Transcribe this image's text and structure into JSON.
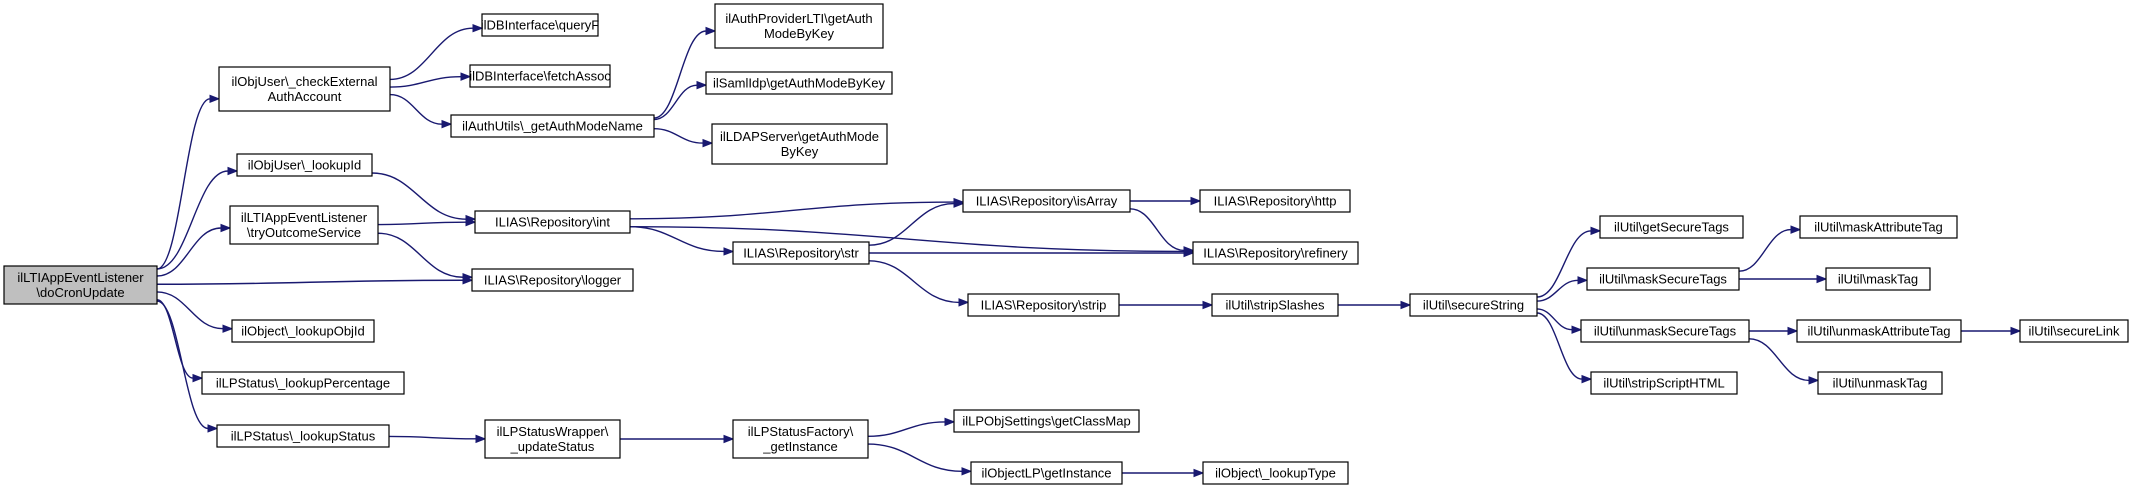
{
  "nodes": [
    {
      "id": "root",
      "lines": [
        "ilLTIAppEventListener",
        "\\doCronUpdate"
      ]
    },
    {
      "id": "checkExt",
      "lines": [
        "ilObjUser\\_checkExternal",
        "AuthAccount"
      ]
    },
    {
      "id": "lookupId",
      "lines": [
        "ilObjUser\\_lookupId"
      ]
    },
    {
      "id": "tryOutcome",
      "lines": [
        "ilLTIAppEventListener",
        "\\tryOutcomeService"
      ]
    },
    {
      "id": "lookupObjId",
      "lines": [
        "ilObject\\_lookupObjId"
      ]
    },
    {
      "id": "lookupPct",
      "lines": [
        "ilLPStatus\\_lookupPercentage"
      ]
    },
    {
      "id": "lookupStatus",
      "lines": [
        "ilLPStatus\\_lookupStatus"
      ]
    },
    {
      "id": "queryF",
      "lines": [
        "ilDBInterface\\queryF"
      ]
    },
    {
      "id": "fetchAssoc",
      "lines": [
        "ilDBInterface\\fetchAssoc"
      ]
    },
    {
      "id": "getAuthModeName",
      "lines": [
        "ilAuthUtils\\_getAuthModeName"
      ]
    },
    {
      "id": "repoInt",
      "lines": [
        "ILIAS\\Repository\\int"
      ]
    },
    {
      "id": "repoLogger",
      "lines": [
        "ILIAS\\Repository\\logger"
      ]
    },
    {
      "id": "updateStatus",
      "lines": [
        "ilLPStatusWrapper\\",
        "_updateStatus"
      ]
    },
    {
      "id": "ltiAuth",
      "lines": [
        "ilAuthProviderLTI\\getAuth",
        "ModeByKey"
      ]
    },
    {
      "id": "samlAuth",
      "lines": [
        "ilSamlIdp\\getAuthModeByKey"
      ]
    },
    {
      "id": "ldapAuth",
      "lines": [
        "ilLDAPServer\\getAuthMode",
        "ByKey"
      ]
    },
    {
      "id": "repoStr",
      "lines": [
        "ILIAS\\Repository\\str"
      ]
    },
    {
      "id": "lpFactory",
      "lines": [
        "ilLPStatusFactory\\",
        "_getInstance"
      ]
    },
    {
      "id": "repoIsArray",
      "lines": [
        "ILIAS\\Repository\\isArray"
      ]
    },
    {
      "id": "repoStrip",
      "lines": [
        "ILIAS\\Repository\\strip"
      ]
    },
    {
      "id": "classMap",
      "lines": [
        "ilLPObjSettings\\getClassMap"
      ]
    },
    {
      "id": "objLP",
      "lines": [
        "ilObjectLP\\getInstance"
      ]
    },
    {
      "id": "repoHttp",
      "lines": [
        "ILIAS\\Repository\\http"
      ]
    },
    {
      "id": "repoRefinery",
      "lines": [
        "ILIAS\\Repository\\refinery"
      ]
    },
    {
      "id": "stripSlashes",
      "lines": [
        "ilUtil\\stripSlashes"
      ]
    },
    {
      "id": "lookupType",
      "lines": [
        "ilObject\\_lookupType"
      ]
    },
    {
      "id": "secureString",
      "lines": [
        "ilUtil\\secureString"
      ]
    },
    {
      "id": "getSecureTags",
      "lines": [
        "ilUtil\\getSecureTags"
      ]
    },
    {
      "id": "maskSecureTags",
      "lines": [
        "ilUtil\\maskSecureTags"
      ]
    },
    {
      "id": "unmaskSecureTags",
      "lines": [
        "ilUtil\\unmaskSecureTags"
      ]
    },
    {
      "id": "stripScript",
      "lines": [
        "ilUtil\\stripScriptHTML"
      ]
    },
    {
      "id": "maskAttr",
      "lines": [
        "ilUtil\\maskAttributeTag"
      ]
    },
    {
      "id": "maskTag",
      "lines": [
        "ilUtil\\maskTag"
      ]
    },
    {
      "id": "unmaskAttr",
      "lines": [
        "ilUtil\\unmaskAttributeTag"
      ]
    },
    {
      "id": "unmaskTag",
      "lines": [
        "ilUtil\\unmaskTag"
      ]
    },
    {
      "id": "secureLink",
      "lines": [
        "ilUtil\\secureLink"
      ]
    }
  ],
  "edges": [
    [
      "root",
      "checkExt"
    ],
    [
      "root",
      "lookupId"
    ],
    [
      "root",
      "tryOutcome"
    ],
    [
      "root",
      "repoLogger"
    ],
    [
      "root",
      "lookupObjId"
    ],
    [
      "root",
      "lookupPct"
    ],
    [
      "root",
      "lookupStatus"
    ],
    [
      "checkExt",
      "queryF"
    ],
    [
      "checkExt",
      "fetchAssoc"
    ],
    [
      "checkExt",
      "getAuthModeName"
    ],
    [
      "getAuthModeName",
      "ltiAuth"
    ],
    [
      "getAuthModeName",
      "samlAuth"
    ],
    [
      "getAuthModeName",
      "ldapAuth"
    ],
    [
      "lookupId",
      "repoInt"
    ],
    [
      "tryOutcome",
      "repoInt"
    ],
    [
      "tryOutcome",
      "repoLogger"
    ],
    [
      "repoInt",
      "repoIsArray"
    ],
    [
      "repoInt",
      "repoStr"
    ],
    [
      "repoInt",
      "repoRefinery"
    ],
    [
      "repoStr",
      "repoIsArray"
    ],
    [
      "repoStr",
      "repoRefinery"
    ],
    [
      "repoStr",
      "repoStrip"
    ],
    [
      "repoIsArray",
      "repoHttp"
    ],
    [
      "repoIsArray",
      "repoRefinery"
    ],
    [
      "repoStrip",
      "stripSlashes"
    ],
    [
      "stripSlashes",
      "secureString"
    ],
    [
      "secureString",
      "getSecureTags"
    ],
    [
      "secureString",
      "maskSecureTags"
    ],
    [
      "secureString",
      "unmaskSecureTags"
    ],
    [
      "secureString",
      "stripScript"
    ],
    [
      "maskSecureTags",
      "maskAttr"
    ],
    [
      "maskSecureTags",
      "maskTag"
    ],
    [
      "unmaskSecureTags",
      "unmaskAttr"
    ],
    [
      "unmaskSecureTags",
      "unmaskTag"
    ],
    [
      "unmaskAttr",
      "secureLink"
    ],
    [
      "lookupStatus",
      "updateStatus"
    ],
    [
      "updateStatus",
      "lpFactory"
    ],
    [
      "lpFactory",
      "classMap"
    ],
    [
      "lpFactory",
      "objLP"
    ],
    [
      "objLP",
      "lookupType"
    ]
  ],
  "colors": {
    "edge": "#191970",
    "root_fill": "#bfbfbf",
    "node_fill": "#ffffff",
    "node_border": "#000000"
  }
}
